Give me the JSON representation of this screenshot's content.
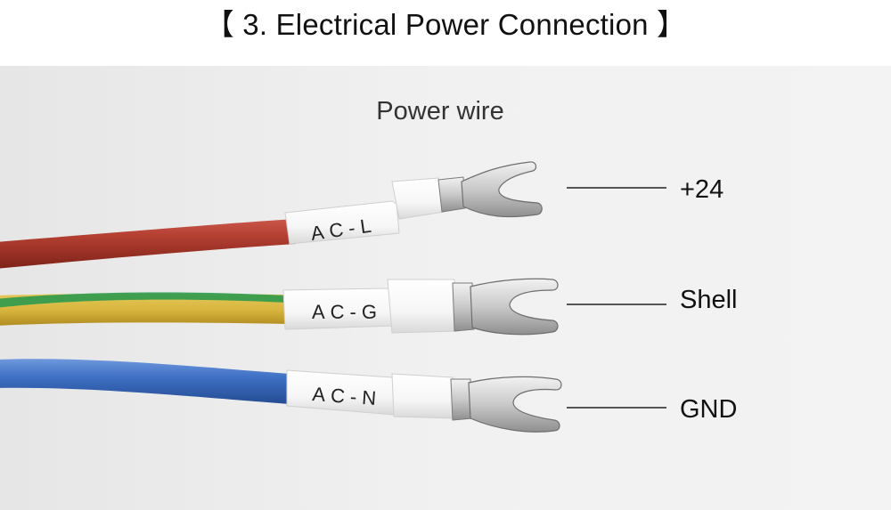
{
  "title": "【 3. Electrical Power Connection 】",
  "photo": {
    "caption": "Power wire",
    "wires": [
      {
        "sleeve_label": "AC-L",
        "terminal_label": "+24",
        "insulation_color": "#a8372b"
      },
      {
        "sleeve_label": "AC-G",
        "terminal_label": "Shell",
        "insulation_color": "#d4b43a",
        "stripe_color": "#2e9a4e"
      },
      {
        "sleeve_label": "AC-N",
        "terminal_label": "GND",
        "insulation_color": "#3c6fc2"
      }
    ]
  }
}
